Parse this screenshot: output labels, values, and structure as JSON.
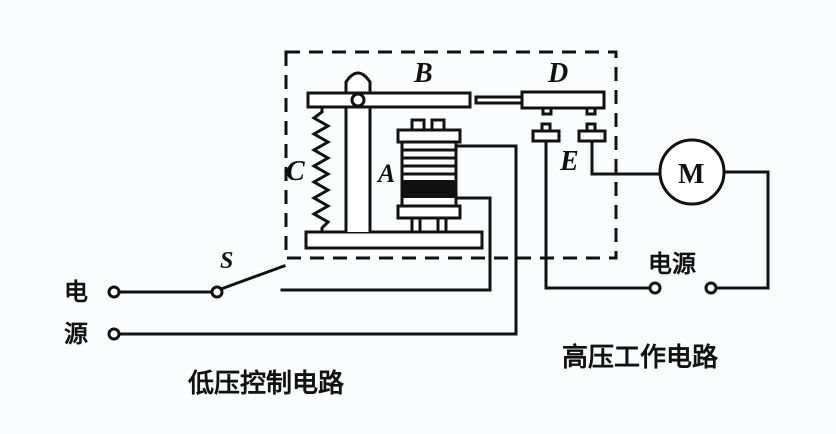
{
  "diagram": {
    "type": "electromagnetic-relay-circuit",
    "labels": {
      "A": "A",
      "B": "B",
      "C": "C",
      "D": "D",
      "E": "E",
      "S": "S",
      "motor": "M"
    },
    "components": {
      "A": "electromagnet-coil",
      "B": "armature-lever",
      "C": "spring",
      "D": "moving-contact",
      "E": "static-contacts",
      "S": "switch",
      "M": "motor"
    },
    "power_left_char1": "电",
    "power_left_char2": "源",
    "power_right": "电源",
    "low_voltage_circuit": "低压控制电路",
    "high_voltage_circuit": "高压工作电路",
    "colors": {
      "background": "#fbfcfe",
      "ink": "#111111"
    }
  }
}
